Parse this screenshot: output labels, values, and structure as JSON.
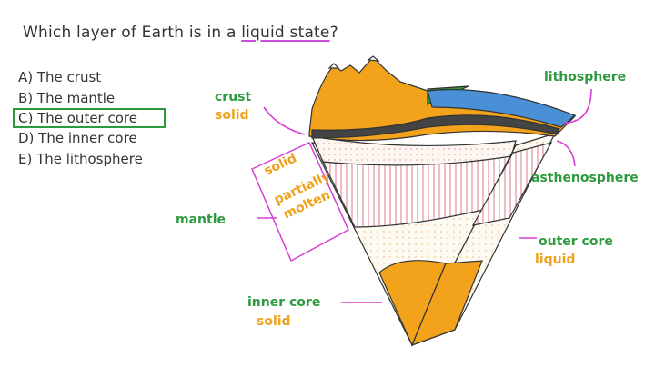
{
  "question": {
    "prefix": "Which layer of Earth is in a ",
    "emphasis": "liquid state",
    "suffix": "?"
  },
  "options": [
    {
      "label": "A) The crust",
      "selected": false
    },
    {
      "label": "B) The mantle",
      "selected": false
    },
    {
      "label": "C) The outer core",
      "selected": true
    },
    {
      "label": "D) The inner core",
      "selected": false
    },
    {
      "label": "E) The lithosphere",
      "selected": false
    }
  ],
  "diagram": {
    "labels": {
      "crust": "crust",
      "crust_state": "solid",
      "lithosphere": "lithosphere",
      "asthenosphere": "asthenosphere",
      "mantle": "mantle",
      "mantle_solid": "solid",
      "mantle_partial_1": "partially",
      "mantle_partial_2": "molten",
      "outer_core": "outer core",
      "outer_core_state": "liquid",
      "inner_core": "inner core",
      "inner_core_state": "solid"
    },
    "colors": {
      "label_green": "#2e9a3e",
      "state_orange": "#f0a21c",
      "arrow_magenta": "#d63fd6",
      "rock": "#f2a31b",
      "ocean": "#4a90d6",
      "selected_box": "#2e9a3e"
    }
  }
}
